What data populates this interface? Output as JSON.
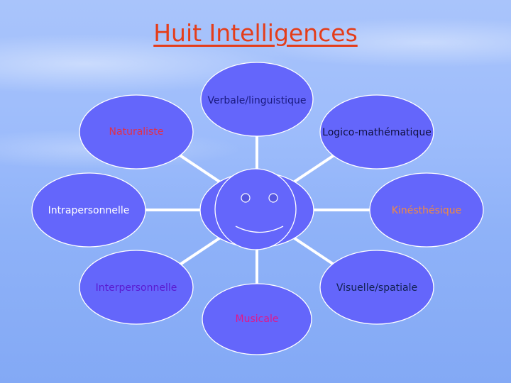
{
  "title": "Huit Intelligences",
  "colors": {
    "title": "#e43d1a",
    "node_fill": "#6466fb",
    "node_stroke": "#ffffff",
    "connector": "#ffffff"
  },
  "center": {
    "icon": "smiley-face-icon"
  },
  "nodes": [
    {
      "id": "verbale",
      "label": "Verbale/linguistique",
      "color": "#1a1a80"
    },
    {
      "id": "naturaliste",
      "label": "Naturaliste",
      "color": "#e0304a"
    },
    {
      "id": "logico",
      "label": "Logico-mathématique",
      "color": "#101040"
    },
    {
      "id": "intrapersonnelle",
      "label": "Intrapersonnelle",
      "color": "#ffffff"
    },
    {
      "id": "kinesthesique",
      "label": "Kinésthésique",
      "color": "#f08a40"
    },
    {
      "id": "interpersonnelle",
      "label": "Interpersonnelle",
      "color": "#5a1ad0"
    },
    {
      "id": "visuelle",
      "label": "Visuelle/spatiale",
      "color": "#102050"
    },
    {
      "id": "musicale",
      "label": "Musicale",
      "color": "#e0188a"
    }
  ]
}
